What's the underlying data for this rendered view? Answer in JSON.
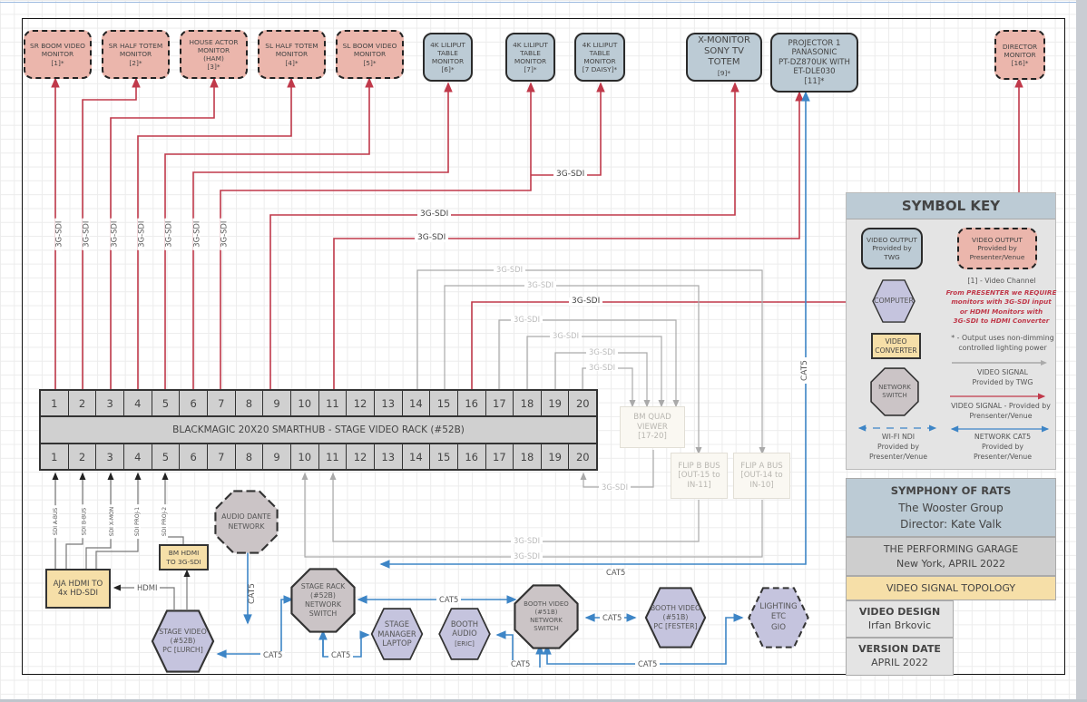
{
  "colors": {
    "venue_fill": "#ebb6ac",
    "twg_fill": "#bccbd5",
    "computer_fill": "#c5c4de",
    "switch_fill": "#cbc4c6",
    "converter_fill": "#f6dfa8",
    "signal_venue": "#c0394a",
    "signal_twg": "#888888",
    "network": "#3d85c6"
  },
  "monitors": [
    {
      "id": "m1",
      "lines": [
        "SR BOOM VIDEO",
        "MONITOR",
        "[1]*"
      ],
      "provider": "venue"
    },
    {
      "id": "m2",
      "lines": [
        "SR HALF TOTEM",
        "MONITOR",
        "[2]*"
      ],
      "provider": "venue"
    },
    {
      "id": "m3",
      "lines": [
        "HOUSE ACTOR",
        "MONITOR",
        "(HAM)",
        "[3]*"
      ],
      "provider": "venue"
    },
    {
      "id": "m4",
      "lines": [
        "SL HALF TOTEM",
        "MONITOR",
        "[4]*"
      ],
      "provider": "venue"
    },
    {
      "id": "m5",
      "lines": [
        "SL BOOM VIDEO",
        "MONITOR",
        "[5]*"
      ],
      "provider": "venue"
    },
    {
      "id": "m6",
      "lines": [
        "4K LILIPUT",
        "TABLE",
        "MONITOR",
        "[6]*"
      ],
      "provider": "twg"
    },
    {
      "id": "m7",
      "lines": [
        "4K LILIPUT",
        "TABLE",
        "MONITOR",
        "[7]*"
      ],
      "provider": "twg"
    },
    {
      "id": "m7d",
      "lines": [
        "4K LILIPUT",
        "TABLE",
        "MONITOR",
        "[7 DAISY]*"
      ],
      "provider": "twg"
    },
    {
      "id": "m9",
      "lines": [
        "X-MONITOR",
        "SONY TV TOTEM",
        "[9]*"
      ],
      "provider": "twg"
    },
    {
      "id": "m11",
      "lines": [
        "PROJECTOR 1",
        "PANASONIC",
        "PT-DZ870UK WITH",
        "ET-DLE030",
        "[11]*"
      ],
      "provider": "twg"
    },
    {
      "id": "m16",
      "lines": [
        "DIRECTOR",
        "MONITOR",
        "[16]*"
      ],
      "provider": "venue"
    }
  ],
  "router": {
    "label": "BLACKMAGIC 20X20 SMARTHUB - STAGE VIDEO RACK (#52B)",
    "outputs": [
      "1",
      "2",
      "3",
      "4",
      "5",
      "6",
      "7",
      "8",
      "9",
      "10",
      "11",
      "12",
      "13",
      "14",
      "15",
      "16",
      "17",
      "18",
      "19",
      "20"
    ],
    "inputs": [
      "1",
      "2",
      "3",
      "4",
      "5",
      "6",
      "7",
      "8",
      "9",
      "10",
      "11",
      "12",
      "13",
      "14",
      "15",
      "16",
      "17",
      "18",
      "19",
      "20"
    ]
  },
  "signal_labels": {
    "sdi": "3G-SDI",
    "cat5": "CAT5",
    "hdmi": "HDMI",
    "input_feeds": [
      "SDI A-BUS",
      "SDI B-BUS",
      "SDI X-MON",
      "SDI PROJ-1",
      "SDI PROJ-2"
    ]
  },
  "devices": {
    "quad_viewer": [
      "BM QUAD",
      "VIEWER",
      "[17-20]"
    ],
    "flip_b": [
      "FLIP B BUS",
      "[OUT-15 to",
      "IN-11]"
    ],
    "flip_a": [
      "FLIP A BUS",
      "[OUT-14 to",
      "IN-10]"
    ],
    "aja": [
      "AJA HDMI TO",
      "4x HD-SDI"
    ],
    "bm_hdmi": [
      "BM HDMI",
      "TO 3G-SDI"
    ],
    "audio_dante": [
      "AUDIO DANTE",
      "NETWORK"
    ],
    "stage_video_pc": [
      "STAGE VIDEO",
      "(#52B)",
      "PC [LURCH]"
    ],
    "stage_rack_switch": [
      "STAGE RACK",
      "(#52B)",
      "NETWORK",
      "SWITCH"
    ],
    "stage_manager": [
      "STAGE",
      "MANAGER",
      "LAPTOP"
    ],
    "booth_audio": [
      "BOOTH",
      "AUDIO",
      "[ERIC]"
    ],
    "booth_switch": [
      "BOOTH VIDEO",
      "(#51B)",
      "NETWORK",
      "SWITCH"
    ],
    "booth_pc": [
      "BOOTH  VIDEO",
      "(#51B)",
      "PC [FESTER]"
    ],
    "lighting": [
      "LIGHTING",
      "ETC",
      "GIO"
    ]
  },
  "symbol_key": {
    "title": "SYMBOL KEY",
    "twg_output": [
      "VIDEO OUTPUT",
      "Provided by",
      "TWG"
    ],
    "venue_output": [
      "VIDEO OUTPUT",
      "Provided by",
      "Presenter/Venue"
    ],
    "channel_note": "[1] - Video Channel",
    "requirement": [
      "From PRESENTER we REQUIRE",
      "monitors with 3G-SDI input",
      "or HDMI Monitors with",
      "3G-SDI to HDMI Converter"
    ],
    "computer": "COMPUTER",
    "converter": [
      "VIDEO",
      "CONVERTER"
    ],
    "asterisk_note": [
      "* - Output uses non-dimming",
      "controlled lighting power"
    ],
    "switch": [
      "NETWORK",
      "SWITCH"
    ],
    "signal_twg": [
      "VIDEO SIGNAL",
      "Provided by TWG"
    ],
    "signal_venue": [
      "VIDEO SIGNAL - Provided by",
      "Prensenter/Venue"
    ],
    "wifi": [
      "WI-FI NDI",
      "Provided by",
      "Presenter/Venue"
    ],
    "cat5": [
      "NETWORK CAT5",
      "Provided by",
      "Presenter/Venue"
    ]
  },
  "title_block": {
    "show": "SYMPHONY OF RATS",
    "company": "The Wooster Group",
    "director": "Director: Kate Valk",
    "venue": "THE PERFORMING GARAGE",
    "location_date": "New York, APRIL 2022",
    "doc_type": "VIDEO SIGNAL TOPOLOGY",
    "design_label": "VIDEO DESIGN",
    "designer": "Irfan Brkovic",
    "version_label": "VERSION DATE",
    "version": "APRIL 2022"
  }
}
